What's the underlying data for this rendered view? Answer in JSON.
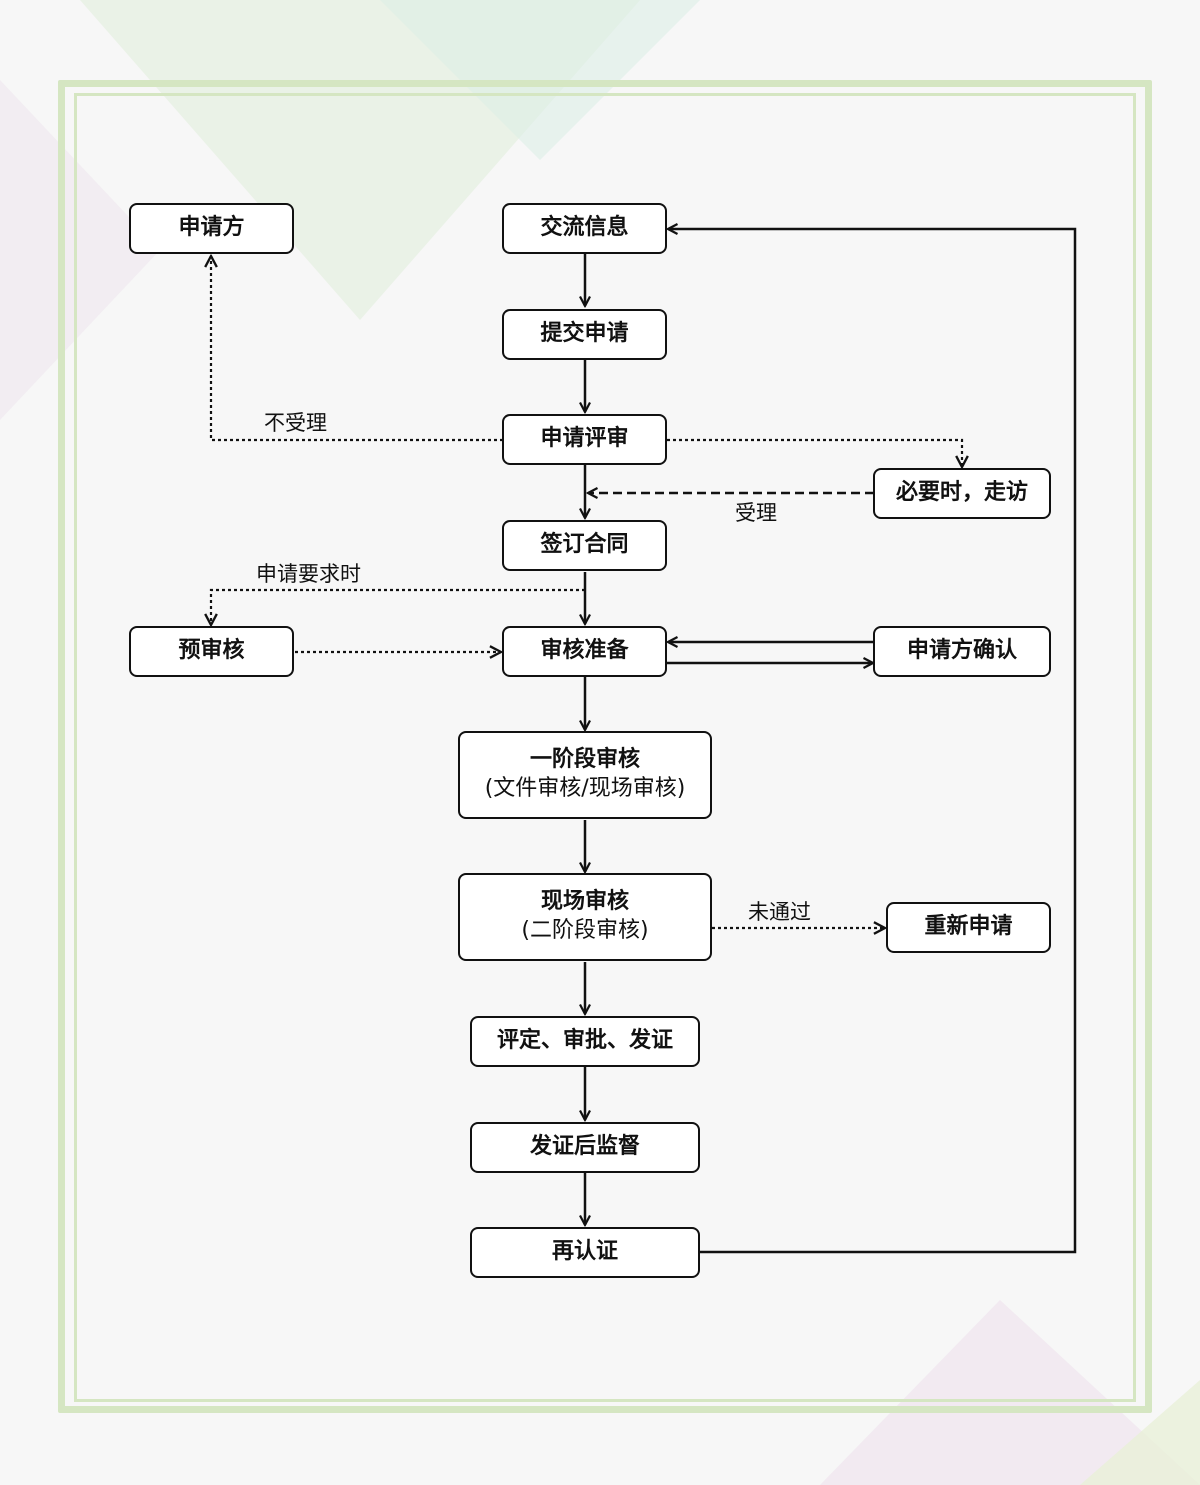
{
  "nodes": {
    "applicant": "申请方",
    "exchange_info": "交流信息",
    "submit_application": "提交申请",
    "application_review": "申请评审",
    "site_visit": "必要时，走访",
    "sign_contract": "签订合同",
    "pre_audit": "预审核",
    "audit_prep": "审核准备",
    "applicant_confirm": "申请方确认",
    "stage1_audit": "一阶段审核",
    "stage1_detail": "(文件审核/现场审核)",
    "onsite_audit": "现场审核",
    "onsite_detail": "(二阶段审核)",
    "reapply": "重新申请",
    "evaluate_approve": "评定、审批、发证",
    "post_supervision": "发证后监督",
    "recertification": "再认证"
  },
  "labels": {
    "not_accepted": "不受理",
    "accepted": "受理",
    "on_request": "申请要求时",
    "not_passed": "未通过"
  }
}
